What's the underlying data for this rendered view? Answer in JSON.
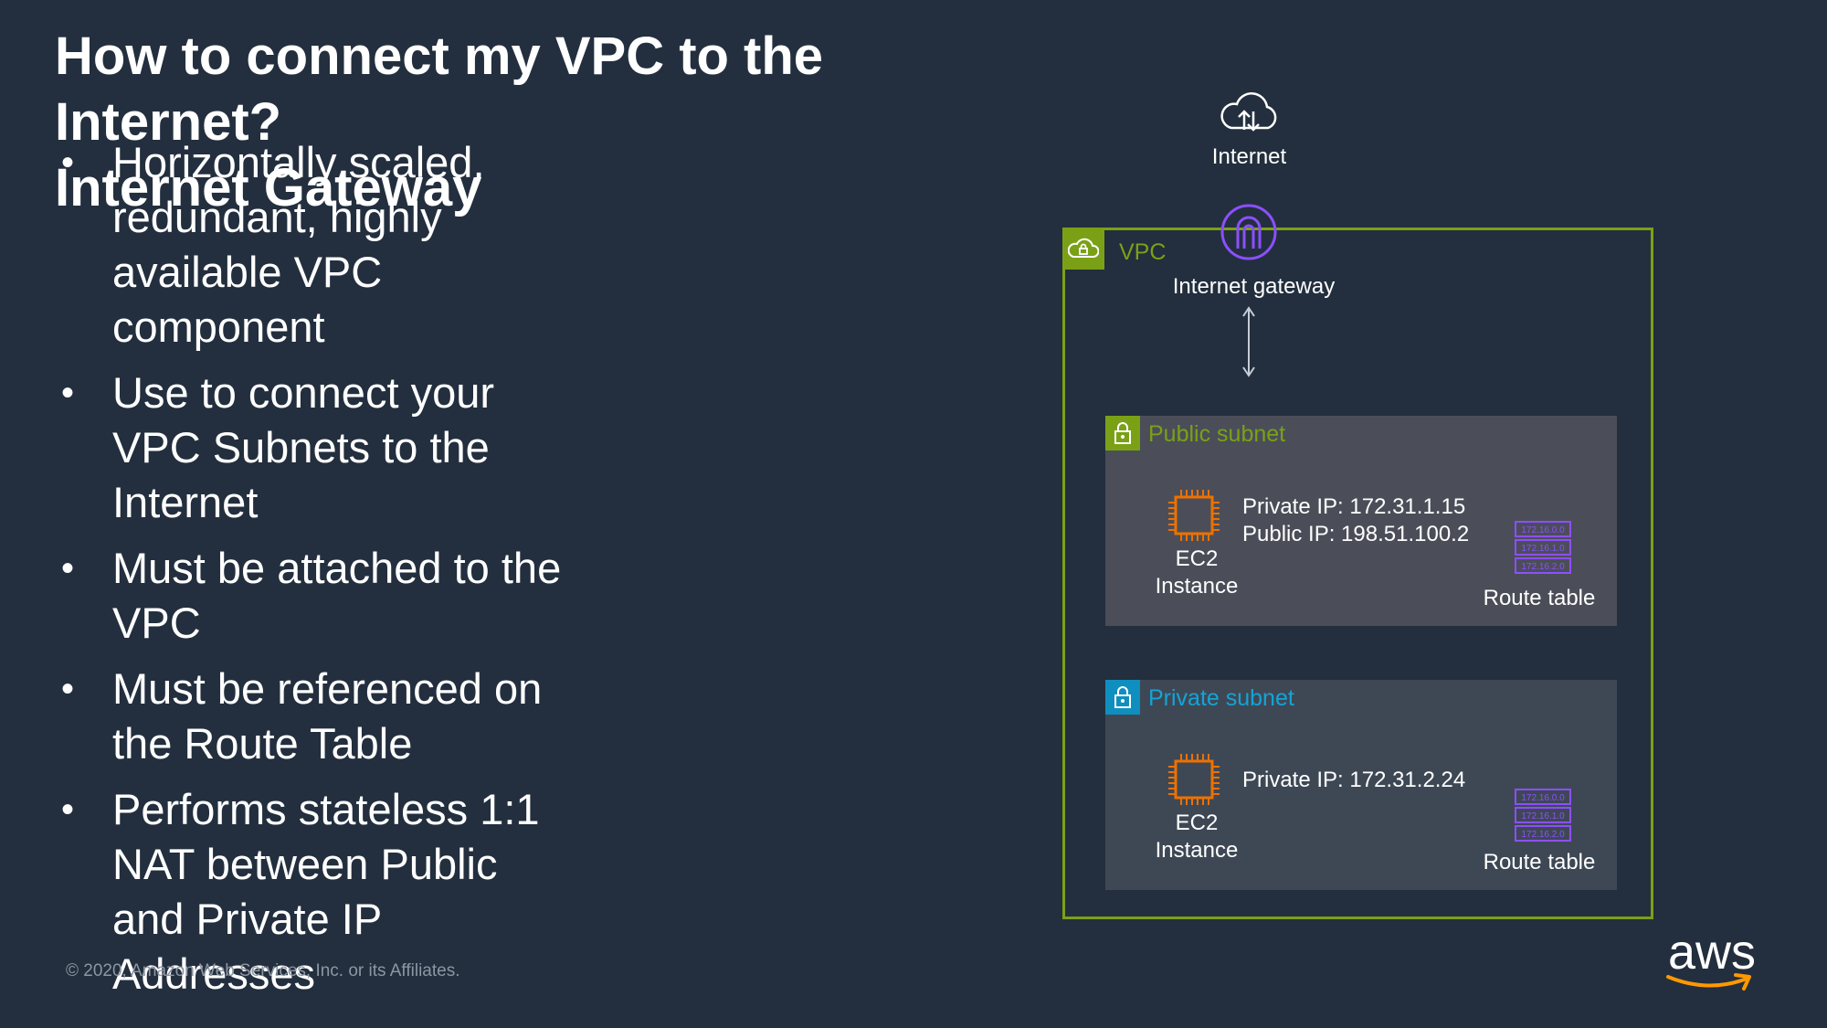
{
  "title": {
    "line1": "How to connect my VPC to the",
    "line2": "Internet?",
    "line3": "Internet Gateway"
  },
  "bullets": [
    "Horizontally scaled, redundant, highly available VPC component",
    "Use to connect your VPC Subnets to the Internet",
    "Must be attached to the VPC",
    "Must be referenced on the Route Table",
    "Performs stateless 1:1 NAT between Public and Private IP Addresses"
  ],
  "copyright": "© 2020, Amazon Web Services, Inc. or its Affiliates.",
  "diagram": {
    "internet_label": "Internet",
    "vpc_label": "VPC",
    "igw_label": "Internet gateway",
    "public_subnet": {
      "label": "Public subnet",
      "ec2_line1": "EC2",
      "ec2_line2": "Instance",
      "private_ip": "Private IP: 172.31.1.15",
      "public_ip": "Public IP: 198.51.100.2",
      "route_table_label": "Route table"
    },
    "private_subnet": {
      "label": "Private subnet",
      "ec2_line1": "EC2",
      "ec2_line2": "Instance",
      "private_ip": "Private IP: 172.31.2.24",
      "route_table_label": "Route table"
    },
    "route_table_entries": [
      "172.16.0.0",
      "172.16.1.0",
      "172.16.2.0"
    ]
  },
  "brand": {
    "logo_text": "aws"
  },
  "colors": {
    "background": "#232f3e",
    "vpc_green": "#7aa116",
    "private_blue": "#16a3d6",
    "ec2_orange": "#ed7100",
    "route_table_purple": "#8c4fff"
  },
  "icons": {
    "internet": "cloud-upload-download-icon",
    "igw": "internet-gateway-icon",
    "vpc": "cloud-lock-icon",
    "subnet": "padlock-icon",
    "ec2": "chip-icon",
    "route_table": "route-table-icon"
  }
}
